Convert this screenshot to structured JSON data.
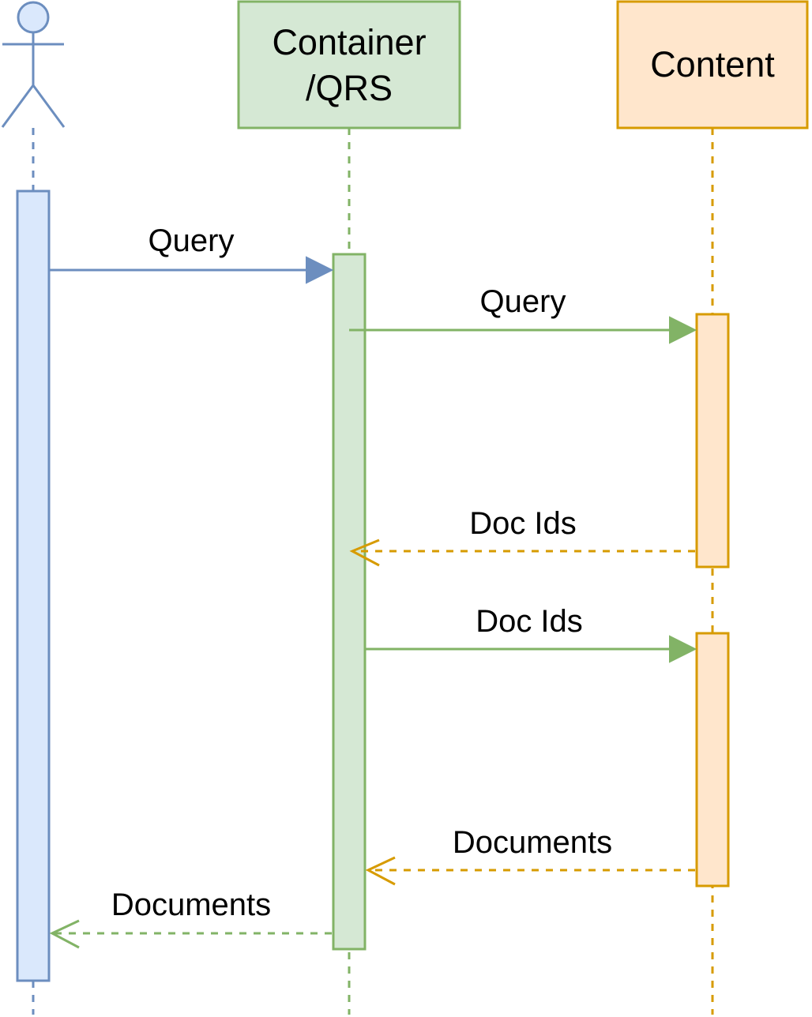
{
  "colors": {
    "user_stroke": "#6c8ebf",
    "user_fill": "#dae8fc",
    "qrs_stroke": "#82b366",
    "qrs_fill": "#d5e8d4",
    "content_stroke": "#d79b00",
    "content_fill": "#ffe6cc"
  },
  "participants": {
    "actor": {
      "icon": "stick-figure-actor-icon"
    },
    "qrs": {
      "label_line1": "Container",
      "label_line2": "/QRS"
    },
    "content": {
      "label": "Content"
    }
  },
  "messages": [
    {
      "label": "Query",
      "from": "actor",
      "to": "qrs",
      "style": "solid"
    },
    {
      "label": "Query",
      "from": "qrs",
      "to": "content",
      "style": "solid"
    },
    {
      "label": "Doc Ids",
      "from": "content",
      "to": "qrs",
      "style": "dashed-return"
    },
    {
      "label": "Doc Ids",
      "from": "qrs",
      "to": "content",
      "style": "solid"
    },
    {
      "label": "Documents",
      "from": "content",
      "to": "qrs",
      "style": "dashed-return"
    },
    {
      "label": "Documents",
      "from": "qrs",
      "to": "actor",
      "style": "dashed-return"
    }
  ]
}
